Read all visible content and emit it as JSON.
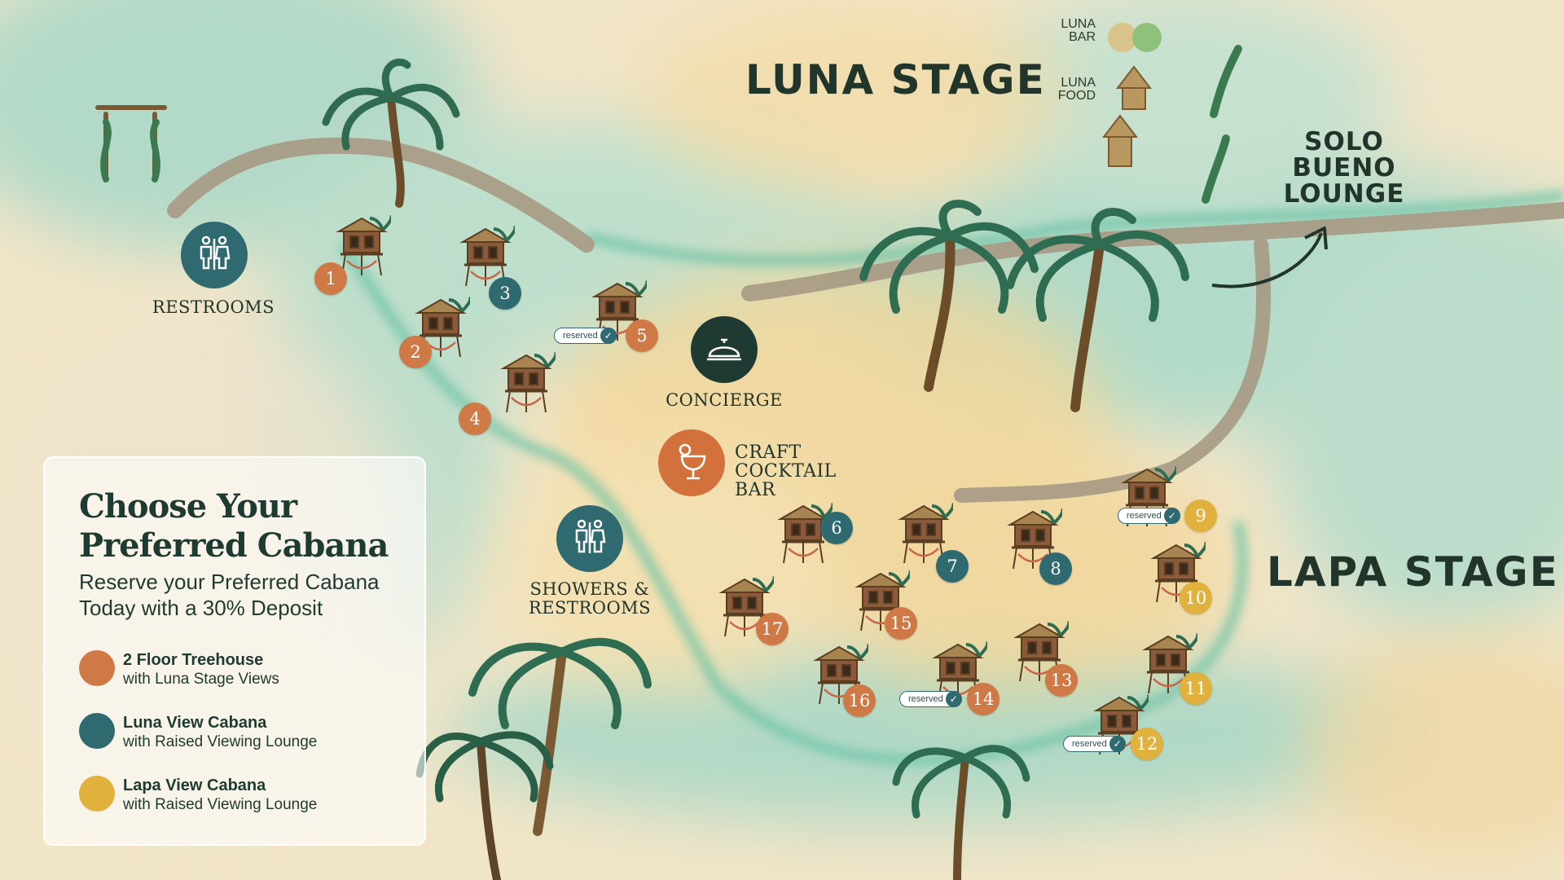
{
  "colors": {
    "treehouse": "#cf7a46",
    "luna_view": "#2f6a70",
    "lapa_view": "#e0b13c",
    "text": "#22352b",
    "concierge": "#1f3a33",
    "cocktail": "#d3713d"
  },
  "map": {
    "stages": {
      "luna": "LUNA STAGE",
      "lapa": "LAPA STAGE",
      "lounge": "SOLO BUENO LOUNGE"
    },
    "small_labels": {
      "luna_bar": "LUNA BAR",
      "luna_food": "LUNA FOOD"
    },
    "amenities": {
      "restrooms": {
        "label": "RESTROOMS",
        "icon": "restroom-icon"
      },
      "showers": {
        "label": "SHOWERS & RESTROOMS",
        "icon": "restroom-icon"
      },
      "concierge": {
        "label": "CONCIERGE",
        "icon": "service-bell-icon"
      },
      "cocktail": {
        "label": "CRAFT COCKTAIL BAR",
        "icon": "cocktail-glass-icon"
      }
    },
    "reserved_label": "reserved",
    "cabanas": [
      {
        "number": "1",
        "category": "treehouse"
      },
      {
        "number": "2",
        "category": "treehouse"
      },
      {
        "number": "3",
        "category": "luna_view"
      },
      {
        "number": "4",
        "category": "treehouse"
      },
      {
        "number": "5",
        "category": "treehouse",
        "reserved": true
      },
      {
        "number": "6",
        "category": "luna_view"
      },
      {
        "number": "7",
        "category": "luna_view"
      },
      {
        "number": "8",
        "category": "luna_view"
      },
      {
        "number": "9",
        "category": "lapa_view",
        "reserved": true
      },
      {
        "number": "10",
        "category": "lapa_view"
      },
      {
        "number": "11",
        "category": "lapa_view"
      },
      {
        "number": "12",
        "category": "lapa_view",
        "reserved": true
      },
      {
        "number": "13",
        "category": "treehouse"
      },
      {
        "number": "14",
        "category": "treehouse",
        "reserved": true
      },
      {
        "number": "15",
        "category": "treehouse"
      },
      {
        "number": "16",
        "category": "treehouse"
      },
      {
        "number": "17",
        "category": "treehouse"
      }
    ]
  },
  "legend": {
    "title_line1": "Choose Your",
    "title_line2": "Preferred Cabana",
    "subtitle_line1": "Reserve your Preferred Cabana",
    "subtitle_line2": "Today with a 30% Deposit",
    "items": [
      {
        "name": "2 Floor Treehouse",
        "desc": "with Luna Stage Views",
        "category": "treehouse"
      },
      {
        "name": "Luna View Cabana",
        "desc": "with Raised Viewing Lounge",
        "category": "luna_view"
      },
      {
        "name": "Lapa View Cabana",
        "desc": "with Raised Viewing Lounge",
        "category": "lapa_view"
      }
    ]
  }
}
